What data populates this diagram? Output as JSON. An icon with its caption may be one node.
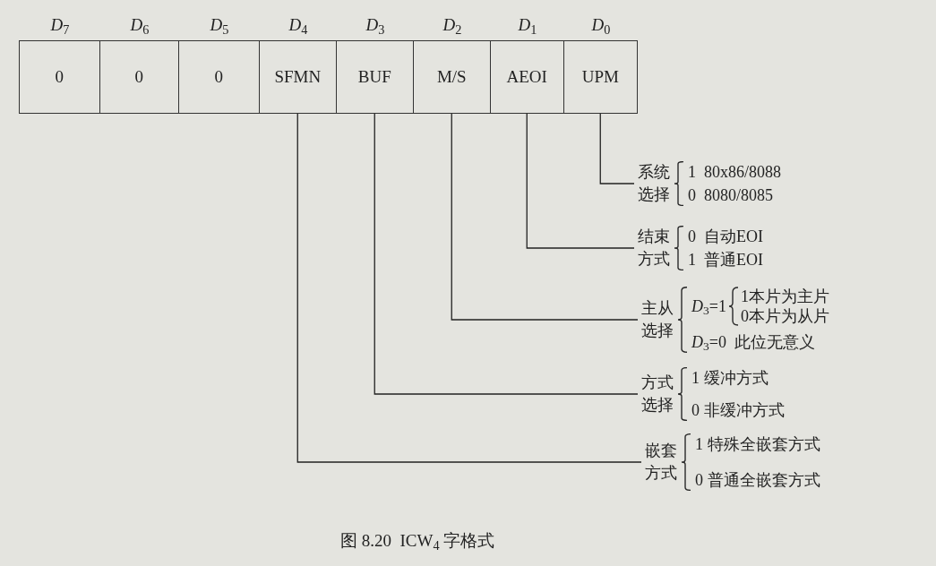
{
  "diagram": {
    "caption": "图 8.20  ICW$_{4}$ 字格式",
    "nodes": [
      {
        "text": [
          "0"
        ],
        "beside": [
          "*D*$_{7}$"
        ]
      },
      {
        "text": [
          "0"
        ],
        "beside": [
          "*D*$_{6}$"
        ]
      },
      {
        "text": [
          "0"
        ],
        "beside": [
          "*D*$_{5}$"
        ]
      },
      {
        "text": [
          "SFMN"
        ],
        "beside": [
          "*D*$_{4}$"
        ]
      },
      {
        "text": [
          "BUF"
        ],
        "beside": [
          "*D*$_{3}$"
        ]
      },
      {
        "text": [
          "M/S"
        ],
        "beside": [
          "*D*$_{2}$"
        ]
      },
      {
        "text": [
          "AEOI"
        ],
        "beside": [
          "*D*$_{1}$"
        ]
      },
      {
        "text": [
          "UPM"
        ],
        "beside": [
          "*D*$_{0}$"
        ]
      },
      {
        "text": [
          "系统选择",
          "1  80x86/8088",
          "0  8080/8085"
        ]
      },
      {
        "text": [
          "结束方式",
          "0  自动EOI",
          "1  普通EOI"
        ]
      },
      {
        "text": [
          "主从选择",
          "*D*$_{3}$=1",
          "1本片为主片",
          "0本片为从片",
          "*D*$_{3}$=0  此位无意义"
        ]
      },
      {
        "text": [
          "方式选择",
          "1 缓冲方式",
          "0 非缓冲方式"
        ]
      },
      {
        "text": [
          "嵌套方式",
          "1 特殊全嵌套方式",
          "0 普通全嵌套方式"
        ]
      }
    ],
    "edges": [
      {
        "from": 7,
        "to": 8,
        "arrow": "none"
      },
      {
        "from": 6,
        "to": 9,
        "arrow": "none"
      },
      {
        "from": 5,
        "to": 10,
        "arrow": "none"
      },
      {
        "from": 4,
        "to": 11,
        "arrow": "none"
      },
      {
        "from": 3,
        "to": 12,
        "arrow": "none"
      }
    ]
  }
}
